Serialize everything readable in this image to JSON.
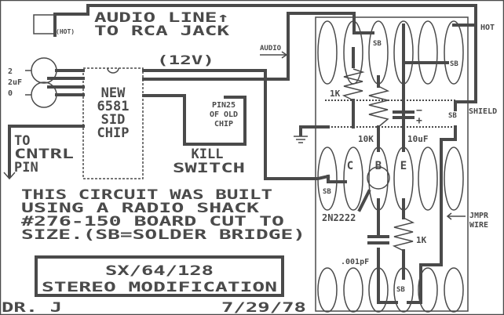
{
  "header": {
    "line1": "AUDIO LINE↑",
    "line2": "TO RCA JACK",
    "hot_tag": "(HOT)"
  },
  "labels": {
    "audio": "AUDIO",
    "voltage": "(12V)",
    "chip": [
      "NEW",
      "6581",
      "SID",
      "CHIP"
    ],
    "cap_left": [
      "2",
      "2uF",
      "0"
    ],
    "pin25": [
      "PIN25",
      "OF OLD",
      "CHIP"
    ],
    "kill": [
      "KILL",
      "SWITCH"
    ],
    "control": [
      "TO",
      "CNTRL",
      "PIN"
    ],
    "hot": "HOT",
    "shield": "SHIELD",
    "jumper": [
      "JMPR",
      "WIRE"
    ],
    "r1": "1K",
    "r2": "10K",
    "cap": "10uF",
    "r3": "1K",
    "cap2": ".001pF",
    "transistor": "2N2222",
    "pins": [
      "C",
      "B",
      "E"
    ],
    "sb": "SB",
    "minus": "−",
    "plus": "+"
  },
  "notes": [
    "THIS CIRCUIT WAS BUILT",
    "USING A RADIO SHACK",
    "#276-150 BOARD CUT TO",
    "SIZE.(SB=SOLDER BRIDGE)"
  ],
  "title_box": {
    "line1": "SX/64/128",
    "line2": "STEREO MODIFICATION"
  },
  "footer": {
    "author": "DR. J",
    "date": "7/29/78"
  },
  "colors": {
    "ink": "#4a4a4a",
    "paper": "#ffffff"
  }
}
